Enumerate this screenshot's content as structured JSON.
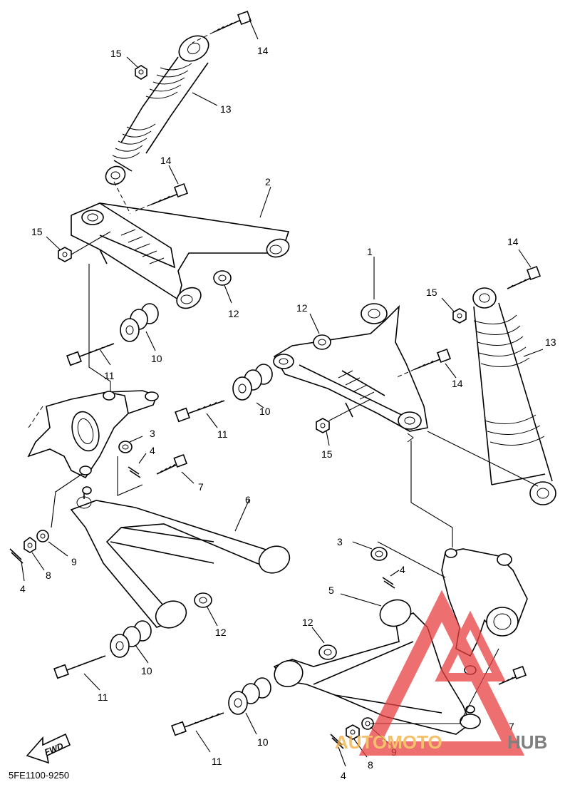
{
  "diagram": {
    "part_code": "5FE1100-9250",
    "fwd_label": "FWD",
    "labels": [
      {
        "id": "l14a",
        "text": "14"
      },
      {
        "id": "l15a",
        "text": "15"
      },
      {
        "id": "l13a",
        "text": "13"
      },
      {
        "id": "l14b",
        "text": "14"
      },
      {
        "id": "l2",
        "text": "2"
      },
      {
        "id": "l15b",
        "text": "15"
      },
      {
        "id": "l12a",
        "text": "12"
      },
      {
        "id": "l10a",
        "text": "10"
      },
      {
        "id": "l11a",
        "text": "11"
      },
      {
        "id": "l3a",
        "text": "3"
      },
      {
        "id": "l4a",
        "text": "4"
      },
      {
        "id": "l7a",
        "text": "7"
      },
      {
        "id": "l6",
        "text": "6"
      },
      {
        "id": "l9a",
        "text": "9"
      },
      {
        "id": "l8a",
        "text": "8"
      },
      {
        "id": "l4b",
        "text": "4"
      },
      {
        "id": "l12b",
        "text": "12"
      },
      {
        "id": "l10b",
        "text": "10"
      },
      {
        "id": "l11b",
        "text": "11"
      },
      {
        "id": "l1",
        "text": "1"
      },
      {
        "id": "l12c",
        "text": "12"
      },
      {
        "id": "l14c",
        "text": "14"
      },
      {
        "id": "l15c",
        "text": "15"
      },
      {
        "id": "l14d",
        "text": "14"
      },
      {
        "id": "l15d",
        "text": "15"
      },
      {
        "id": "l13b",
        "text": "13"
      },
      {
        "id": "l10c",
        "text": "10"
      },
      {
        "id": "l11c",
        "text": "11"
      },
      {
        "id": "l3b",
        "text": "3"
      },
      {
        "id": "l4c",
        "text": "4"
      },
      {
        "id": "l5",
        "text": "5"
      },
      {
        "id": "l12d",
        "text": "12"
      },
      {
        "id": "l7b",
        "text": "7"
      },
      {
        "id": "l10d",
        "text": "10"
      },
      {
        "id": "l11d",
        "text": "11"
      },
      {
        "id": "l9b",
        "text": "9"
      },
      {
        "id": "l8b",
        "text": "8"
      },
      {
        "id": "l4d",
        "text": "4"
      }
    ]
  },
  "watermark": {
    "text_auto": "AUTOMOTO",
    "text_hub": "HUB",
    "color_primary": "#f2ad3c",
    "color_triangle": "#e84040",
    "color_secondary": "#555555"
  }
}
